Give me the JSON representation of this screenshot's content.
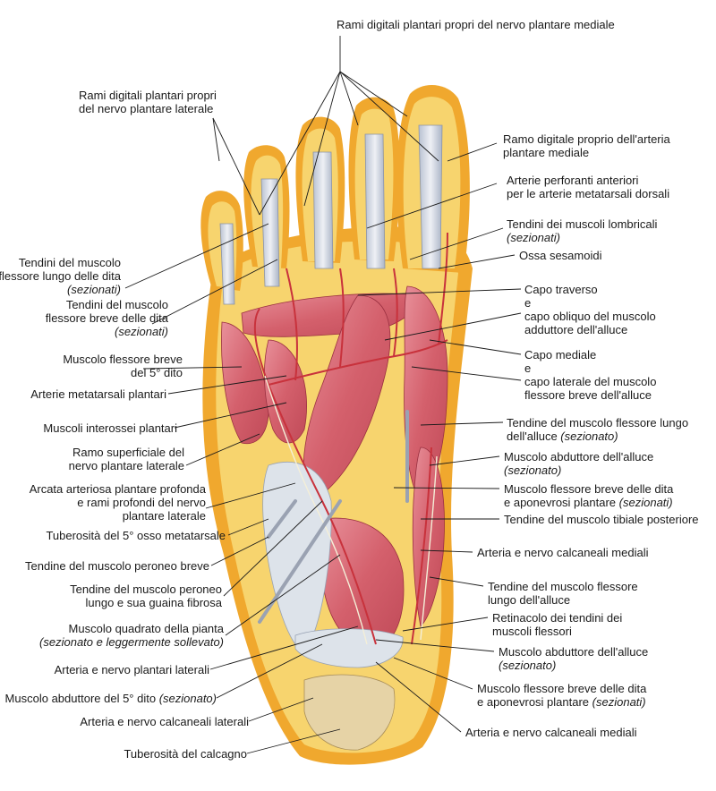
{
  "colors": {
    "skin": "#f2b43a",
    "fat": "#f6d878",
    "muscle": "#d8707a",
    "tendon": "#dfe3ea",
    "artery": "#c8323c",
    "nerve": "#f4efd8"
  },
  "labels": {
    "top": [
      "Rami digitali plantari propri del nervo plantare mediale"
    ],
    "rl_lat": [
      "Rami digitali plantari propri",
      "del nervo plantare laterale"
    ],
    "r1": [
      "Ramo digitale proprio dell'arteria",
      "plantare mediale"
    ],
    "r2": [
      "Arterie perforanti anteriori",
      "per le arterie metatarsali dorsali"
    ],
    "r3": [
      "Tendini dei muscoli lombricali",
      "(sezionati)"
    ],
    "r4": [
      "Ossa sesamoidi"
    ],
    "r5": [
      "Capo traverso",
      "e",
      "capo obliquo del muscolo",
      "adduttore dell'alluce"
    ],
    "r6": [
      "Capo mediale",
      "e",
      "capo laterale del muscolo",
      "flessore breve dell'alluce"
    ],
    "r7": [
      "Tendine del muscolo flessore lungo",
      "dell'alluce (sezionato)"
    ],
    "r8": [
      "Muscolo abduttore dell'alluce",
      "(sezionato)"
    ],
    "r9": [
      "Muscolo flessore breve delle dita",
      "e aponevrosi plantare (sezionati)"
    ],
    "r10": [
      "Tendine del muscolo tibiale posteriore"
    ],
    "r11": [
      "Arteria e nervo calcaneali mediali"
    ],
    "r12": [
      "Tendine del muscolo flessore",
      "lungo dell'alluce"
    ],
    "r13": [
      "Retinacolo dei tendini dei",
      "muscoli flessori"
    ],
    "r14": [
      "Muscolo abduttore dell'alluce",
      "(sezionato)"
    ],
    "r15": [
      "Muscolo flessore breve delle dita",
      "e aponevrosi plantare (sezionati)"
    ],
    "r16": [
      "Arteria e nervo calcaneali mediali"
    ],
    "l1": [
      "Tendini del muscolo",
      "flessore lungo delle dita",
      "(sezionati)"
    ],
    "l2": [
      "Tendini del muscolo",
      "flessore breve delle dita",
      "(sezionati)"
    ],
    "l3": [
      "Muscolo flessore breve",
      "del 5° dito"
    ],
    "l4": [
      "Arterie metatarsali plantari"
    ],
    "l5": [
      "Muscoli interossei plantari"
    ],
    "l6": [
      "Ramo superficiale del",
      "nervo plantare laterale"
    ],
    "l7": [
      "Arcata arteriosa plantare profonda",
      "e rami profondi del nervo",
      "plantare laterale"
    ],
    "l8": [
      "Tuberosità del 5° osso metatarsale"
    ],
    "l9": [
      "Tendine del muscolo peroneo breve"
    ],
    "l10": [
      "Tendine del muscolo peroneo",
      "lungo e sua guaina fibrosa"
    ],
    "l11": [
      "Muscolo quadrato della pianta",
      "(sezionato e leggermente sollevato)"
    ],
    "l12": [
      "Arteria e nervo plantari laterali"
    ],
    "l13": [
      "Muscolo abduttore del 5° dito (sezionato)"
    ],
    "l14": [
      "Arteria e nervo calcaneali laterali"
    ],
    "l15": [
      "Tuberosità del calcagno"
    ]
  }
}
